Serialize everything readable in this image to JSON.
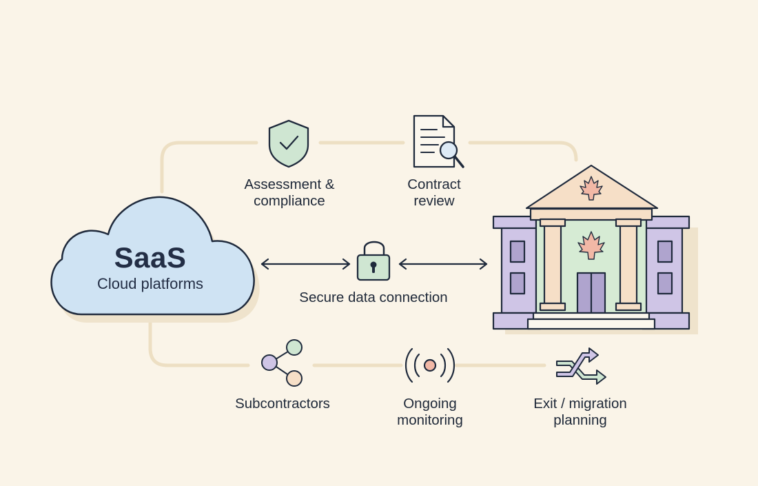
{
  "cloud": {
    "title": "SaaS",
    "subtitle": "Cloud platforms"
  },
  "steps": {
    "assessment": {
      "line1": "Assessment &",
      "line2": "compliance",
      "icon": "shield-check-icon"
    },
    "contract": {
      "line1": "Contract",
      "line2": "review",
      "icon": "document-search-icon"
    },
    "secure": {
      "label": "Secure data connection",
      "icon": "lock-icon"
    },
    "subcontractors": {
      "label": "Subcontractors",
      "icon": "share-nodes-icon"
    },
    "monitoring": {
      "line1": "Ongoing",
      "line2": "monitoring",
      "icon": "signal-icon"
    },
    "exit": {
      "line1": "Exit / migration",
      "line2": "planning",
      "icon": "migration-arrows-icon"
    }
  },
  "building": {
    "icon": "government-building-icon",
    "emblem": "maple-leaf-icon"
  },
  "colors": {
    "background": "#FAF4E8",
    "connector": "#EDDFC3",
    "cloud_fill": "#CFE3F3",
    "shield_fill": "#CFE6D2",
    "lock_fill": "#CFE6D2",
    "building_wings": "#CFC5E6",
    "building_center": "#D6EBD4",
    "building_roof": "#F6DFC7",
    "outline": "#1F2A3C"
  }
}
